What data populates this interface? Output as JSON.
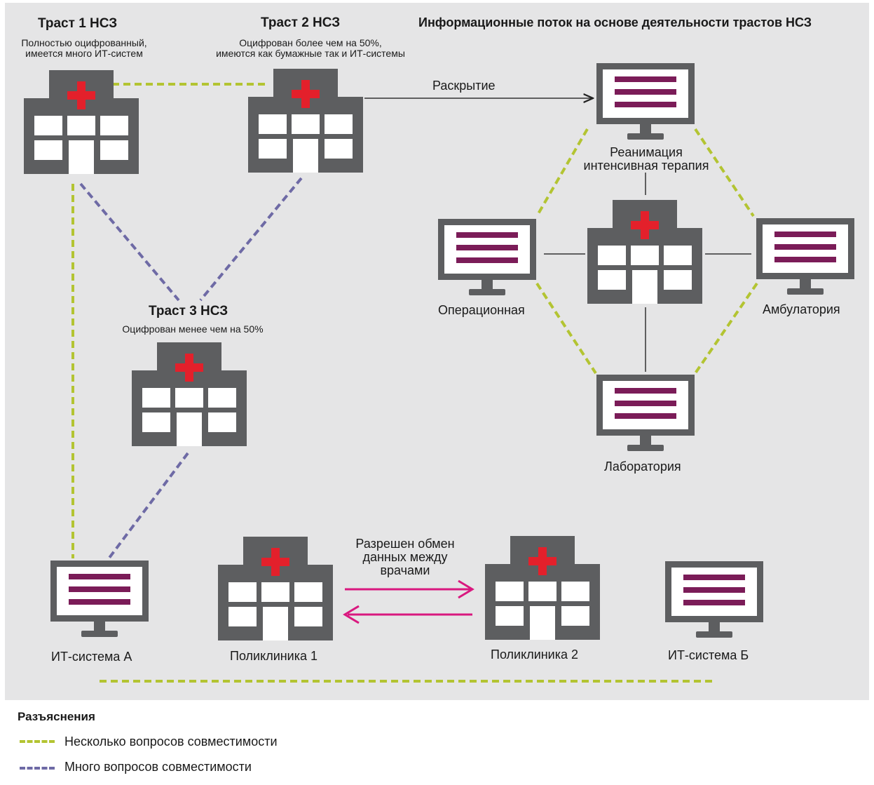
{
  "diagram": {
    "title": "Информационные поток на основе деятельности трастов НСЗ",
    "trust1": {
      "name": "Траст 1 НСЗ",
      "desc_line1": "Полностью оцифрованный,",
      "desc_line2": "имеется много ИТ-систем"
    },
    "trust2": {
      "name": "Траст 2 НСЗ",
      "desc_line1": "Оцифрован более чем на 50%,",
      "desc_line2": "имеются как бумажные так и ИТ-системы"
    },
    "trust3": {
      "name": "Траст 3 НСЗ",
      "desc": "Оцифрован менее чем на 50%"
    },
    "disclosure": "Раскрытие",
    "icu_line1": "Реанимация",
    "icu_line2": "интенсивная терапия",
    "operating": "Операционная",
    "ambulatory": "Амбулатория",
    "laboratory": "Лаборатория",
    "exchange_line1": "Разрешен обмен",
    "exchange_line2": "данных между",
    "exchange_line3": "врачами",
    "it_system_a": "ИТ-система А",
    "clinic1": "Поликлиника 1",
    "clinic2": "Поликлиника 2",
    "it_system_b": "ИТ-система Б"
  },
  "legend": {
    "title": "Разъяснения",
    "green_label": "Несколько вопросов совместимости",
    "purple_label": "Много вопросов совместимости"
  },
  "colors": {
    "panel_bg": "#e5e5e6",
    "building": "#5d5e60",
    "cross": "#e3202b",
    "screen_bars": "#7b1c58",
    "green_dash": "#b3c432",
    "purple_dash": "#6e6aa5",
    "arrow_magenta": "#d9187f"
  },
  "icons": {
    "hospital": "hospital-icon",
    "monitor": "monitor-icon"
  }
}
